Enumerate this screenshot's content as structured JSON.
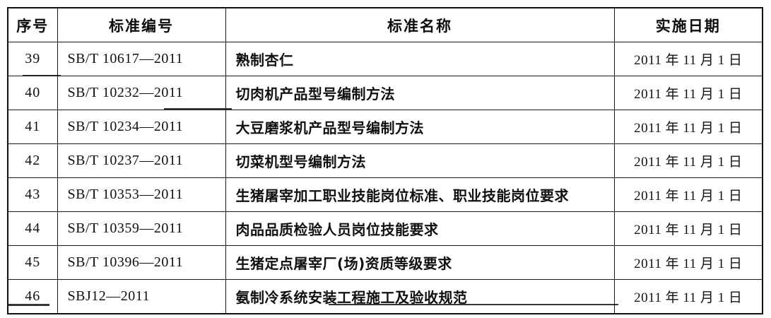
{
  "document": {
    "type": "scanned-table",
    "language": "zh-CN"
  },
  "table": {
    "columns": [
      {
        "key": "seq",
        "label": "序号",
        "align": "center"
      },
      {
        "key": "code",
        "label": "标准编号",
        "align": "left"
      },
      {
        "key": "name",
        "label": "标准名称",
        "align": "left"
      },
      {
        "key": "date",
        "label": "实施日期",
        "align": "center"
      }
    ],
    "rows": [
      {
        "seq": "39",
        "code": "SB/T 10617—2011",
        "name": "熟制杏仁",
        "date": "2011 年 11 月 1 日"
      },
      {
        "seq": "40",
        "code": "SB/T 10232—2011",
        "name": "切肉机产品型号编制方法",
        "date": "2011 年 11 月 1 日"
      },
      {
        "seq": "41",
        "code": "SB/T 10234—2011",
        "name": "大豆磨浆机产品型号编制方法",
        "date": "2011 年 11 月 1 日"
      },
      {
        "seq": "42",
        "code": "SB/T 10237—2011",
        "name": "切菜机型号编制方法",
        "date": "2011 年 11 月 1 日"
      },
      {
        "seq": "43",
        "code": "SB/T 10353—2011",
        "name": "生猪屠宰加工职业技能岗位标准、职业技能岗位要求",
        "date": "2011 年 11 月 1 日"
      },
      {
        "seq": "44",
        "code": "SB/T 10359—2011",
        "name": "肉品品质检验人员岗位技能要求",
        "date": "2011 年 11 月 1 日"
      },
      {
        "seq": "45",
        "code": "SB/T 10396—2011",
        "name": "生猪定点屠宰厂(场)资质等级要求",
        "date": "2011 年 11 月 1 日"
      },
      {
        "seq": "46",
        "code": "SBJ12—2011",
        "name": "氨制冷系统安装工程施工及验收规范",
        "date": "2011 年 11 月 1 日"
      }
    ]
  },
  "colors": {
    "ink": "#101010",
    "paper": "#ffffff",
    "rule": "#1c1c1c"
  }
}
